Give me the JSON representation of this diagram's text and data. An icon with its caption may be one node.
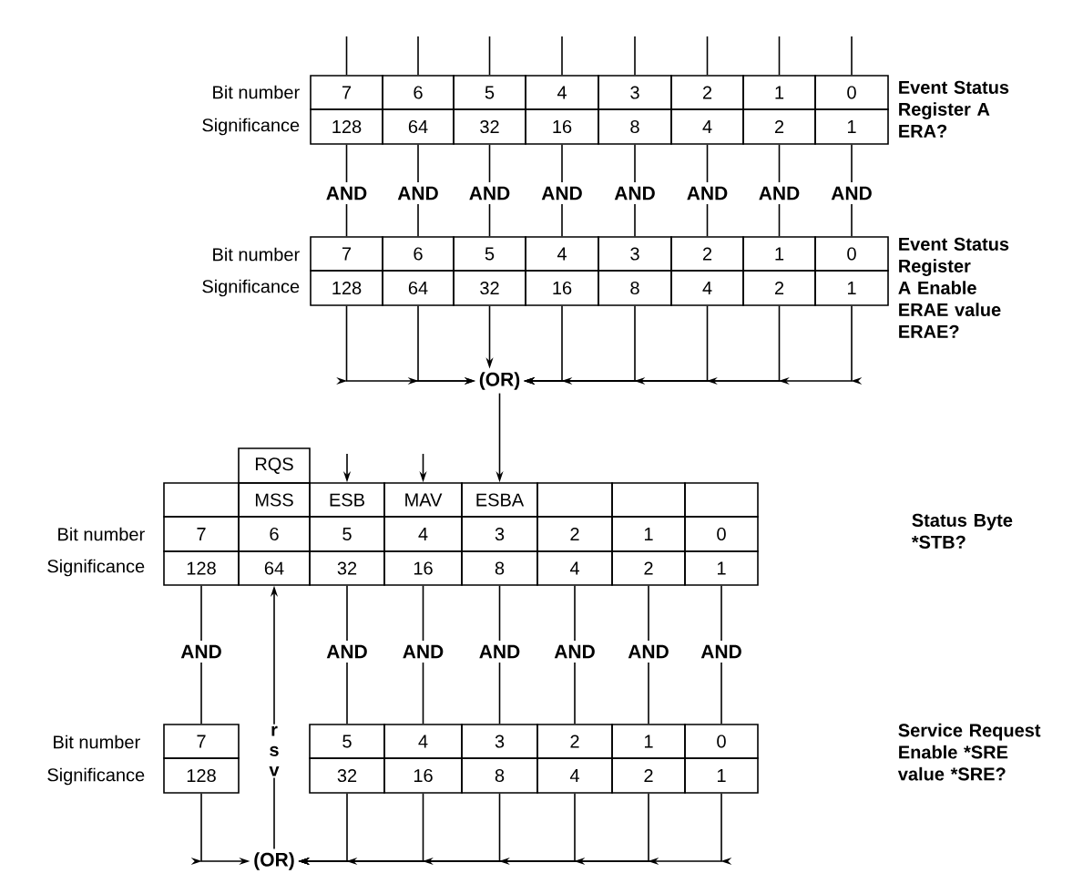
{
  "diagram": {
    "nodes": [
      {
        "text": [
          "7"
        ]
      },
      {
        "text": [
          "6"
        ]
      },
      {
        "text": [
          "5"
        ]
      },
      {
        "text": [
          "4"
        ]
      },
      {
        "text": [
          "3"
        ]
      },
      {
        "text": [
          "2"
        ]
      },
      {
        "text": [
          "1"
        ]
      },
      {
        "text": [
          "0"
        ]
      },
      {
        "text": [
          "128"
        ]
      },
      {
        "text": [
          "64"
        ]
      },
      {
        "text": [
          "32"
        ]
      },
      {
        "text": [
          "16"
        ]
      },
      {
        "text": [
          "8"
        ]
      },
      {
        "text": [
          "4"
        ]
      },
      {
        "text": [
          "2"
        ]
      },
      {
        "text": [
          "1"
        ]
      },
      {
        "text": [
          "AND"
        ]
      },
      {
        "text": [
          "AND"
        ]
      },
      {
        "text": [
          "AND"
        ]
      },
      {
        "text": [
          "AND"
        ]
      },
      {
        "text": [
          "AND"
        ]
      },
      {
        "text": [
          "AND"
        ]
      },
      {
        "text": [
          "AND"
        ]
      },
      {
        "text": [
          "AND"
        ]
      },
      {
        "text": [
          "7"
        ]
      },
      {
        "text": [
          "6"
        ]
      },
      {
        "text": [
          "5"
        ]
      },
      {
        "text": [
          "4"
        ]
      },
      {
        "text": [
          "3"
        ]
      },
      {
        "text": [
          "2"
        ]
      },
      {
        "text": [
          "1"
        ]
      },
      {
        "text": [
          "0"
        ]
      },
      {
        "text": [
          "128"
        ]
      },
      {
        "text": [
          "64"
        ]
      },
      {
        "text": [
          "32"
        ]
      },
      {
        "text": [
          "16"
        ]
      },
      {
        "text": [
          "8"
        ]
      },
      {
        "text": [
          "4"
        ]
      },
      {
        "text": [
          "2"
        ]
      },
      {
        "text": [
          "1"
        ]
      },
      {
        "text": [
          "(OR)"
        ]
      },
      {
        "text": [
          "RQS"
        ]
      },
      {
        "text": [],
        "shape": "box"
      },
      {
        "text": [
          "MSS"
        ]
      },
      {
        "text": [
          "ESB"
        ]
      },
      {
        "text": [
          "MAV"
        ]
      },
      {
        "text": [
          "ESBA"
        ]
      },
      {
        "text": [],
        "shape": "box"
      },
      {
        "text": [],
        "shape": "box"
      },
      {
        "text": [],
        "shape": "box"
      },
      {
        "text": [
          "7"
        ]
      },
      {
        "text": [
          "6"
        ]
      },
      {
        "text": [
          "5"
        ]
      },
      {
        "text": [
          "4"
        ]
      },
      {
        "text": [
          "3"
        ]
      },
      {
        "text": [
          "2"
        ]
      },
      {
        "text": [
          "1"
        ]
      },
      {
        "text": [
          "0"
        ]
      },
      {
        "text": [
          "128"
        ]
      },
      {
        "text": [
          "64"
        ]
      },
      {
        "text": [
          "32"
        ]
      },
      {
        "text": [
          "16"
        ]
      },
      {
        "text": [
          "8"
        ]
      },
      {
        "text": [
          "4"
        ]
      },
      {
        "text": [
          "2"
        ]
      },
      {
        "text": [
          "1"
        ]
      },
      {
        "text": [
          "AND"
        ]
      },
      {
        "text": [
          "AND"
        ]
      },
      {
        "text": [
          "AND"
        ]
      },
      {
        "text": [
          "AND"
        ]
      },
      {
        "text": [
          "AND"
        ]
      },
      {
        "text": [
          "AND"
        ]
      },
      {
        "text": [
          "AND"
        ]
      },
      {
        "text": [
          "7"
        ]
      },
      {
        "text": [
          "5"
        ]
      },
      {
        "text": [
          "4"
        ]
      },
      {
        "text": [
          "3"
        ]
      },
      {
        "text": [
          "2"
        ]
      },
      {
        "text": [
          "1"
        ]
      },
      {
        "text": [
          "0"
        ]
      },
      {
        "text": [
          "128"
        ]
      },
      {
        "text": [
          "32"
        ]
      },
      {
        "text": [
          "16"
        ]
      },
      {
        "text": [
          "8"
        ]
      },
      {
        "text": [
          "4"
        ]
      },
      {
        "text": [
          "2"
        ]
      },
      {
        "text": [
          "1"
        ]
      },
      {
        "text": [
          "(OR)"
        ]
      }
    ],
    "edges": [
      {
        "from": null,
        "to": 0,
        "arrow": "none"
      },
      {
        "from": null,
        "to": 1,
        "arrow": "none"
      },
      {
        "from": null,
        "to": 2,
        "arrow": "none"
      },
      {
        "from": null,
        "to": 3,
        "arrow": "none"
      },
      {
        "from": null,
        "to": 4,
        "arrow": "none"
      },
      {
        "from": null,
        "to": 5,
        "arrow": "none"
      },
      {
        "from": null,
        "to": 6,
        "arrow": "none"
      },
      {
        "from": null,
        "to": 7,
        "arrow": "none"
      },
      {
        "from": 8,
        "to": 16,
        "arrow": "none"
      },
      {
        "from": 9,
        "to": 17,
        "arrow": "none"
      },
      {
        "from": 10,
        "to": 18,
        "arrow": "none"
      },
      {
        "from": 11,
        "to": 19,
        "arrow": "none"
      },
      {
        "from": 12,
        "to": 20,
        "arrow": "none"
      },
      {
        "from": 13,
        "to": 21,
        "arrow": "none"
      },
      {
        "from": 14,
        "to": 22,
        "arrow": "none"
      },
      {
        "from": 15,
        "to": 23,
        "arrow": "none"
      },
      {
        "from": 16,
        "to": 24,
        "arrow": "none"
      },
      {
        "from": 17,
        "to": 25,
        "arrow": "none"
      },
      {
        "from": 18,
        "to": 26,
        "arrow": "none"
      },
      {
        "from": 19,
        "to": 27,
        "arrow": "none"
      },
      {
        "from": 20,
        "to": 28,
        "arrow": "none"
      },
      {
        "from": 21,
        "to": 29,
        "arrow": "none"
      },
      {
        "from": 22,
        "to": 30,
        "arrow": "none"
      },
      {
        "from": 23,
        "to": 31,
        "arrow": "none"
      },
      {
        "from": 32,
        "to": 40,
        "arrow": "to"
      },
      {
        "from": 33,
        "to": 40,
        "arrow": "to"
      },
      {
        "from": 34,
        "to": 40,
        "arrow": "to"
      },
      {
        "from": 35,
        "to": 40,
        "arrow": "to"
      },
      {
        "from": 36,
        "to": 40,
        "arrow": "to"
      },
      {
        "from": 37,
        "to": 40,
        "arrow": "to"
      },
      {
        "from": 38,
        "to": 40,
        "arrow": "to"
      },
      {
        "from": 39,
        "to": 40,
        "arrow": "to"
      },
      {
        "from": null,
        "to": 44,
        "arrow": "to"
      },
      {
        "from": null,
        "to": 45,
        "arrow": "to"
      },
      {
        "from": 40,
        "to": 46,
        "arrow": "to"
      },
      {
        "from": 58,
        "to": 66,
        "arrow": "none"
      },
      {
        "from": 66,
        "to": 73,
        "arrow": "none"
      },
      {
        "from": 60,
        "to": 67,
        "arrow": "none"
      },
      {
        "from": 61,
        "to": 68,
        "arrow": "none"
      },
      {
        "from": 62,
        "to": 69,
        "arrow": "none"
      },
      {
        "from": 63,
        "to": 70,
        "arrow": "none"
      },
      {
        "from": 64,
        "to": 71,
        "arrow": "none"
      },
      {
        "from": 65,
        "to": 72,
        "arrow": "none"
      },
      {
        "from": 67,
        "to": 74,
        "arrow": "none"
      },
      {
        "from": 68,
        "to": 75,
        "arrow": "none"
      },
      {
        "from": 69,
        "to": 76,
        "arrow": "none"
      },
      {
        "from": 70,
        "to": 77,
        "arrow": "none"
      },
      {
        "from": 71,
        "to": 78,
        "arrow": "none"
      },
      {
        "from": 72,
        "to": 79,
        "arrow": "none"
      },
      {
        "from": 80,
        "to": 87,
        "arrow": "to"
      },
      {
        "from": 81,
        "to": 87,
        "arrow": "to"
      },
      {
        "from": 82,
        "to": 87,
        "arrow": "to"
      },
      {
        "from": 83,
        "to": 87,
        "arrow": "to"
      },
      {
        "from": 84,
        "to": 87,
        "arrow": "to"
      },
      {
        "from": 85,
        "to": 87,
        "arrow": "to"
      },
      {
        "from": 86,
        "to": 87,
        "arrow": "to"
      },
      {
        "from": 87,
        "to": 59,
        "arrow": "to",
        "label": "r s v"
      }
    ],
    "labels": [
      "Bit number",
      "Significance",
      "Event Status Register A ERA?",
      "Bit number",
      "Significance",
      "Event Status Register A Enable ERAE value ERAE?",
      "Bit number",
      "Significance",
      "Status Byte *STB?",
      "Bit number",
      "Significance",
      "Service Request Enable *SRE value *SRE?"
    ]
  }
}
